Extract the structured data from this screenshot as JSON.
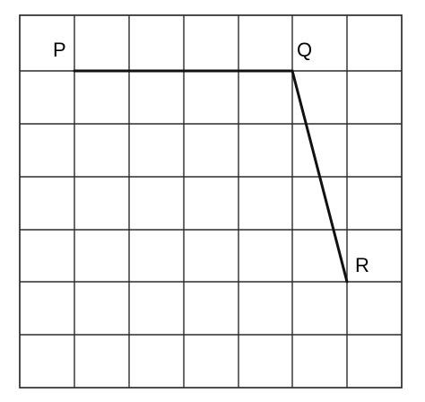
{
  "grid": {
    "columns": 7,
    "rows": 7,
    "line_color": "#2b2b2b"
  },
  "points": [
    {
      "id": "P",
      "label": "P",
      "col": 1,
      "row": 1
    },
    {
      "id": "Q",
      "label": "Q",
      "col": 5,
      "row": 1
    },
    {
      "id": "R",
      "label": "R",
      "col": 6,
      "row": 5
    }
  ],
  "segments": [
    {
      "from": "P",
      "to": "Q"
    },
    {
      "from": "Q",
      "to": "R"
    }
  ],
  "line_color": "#111111"
}
